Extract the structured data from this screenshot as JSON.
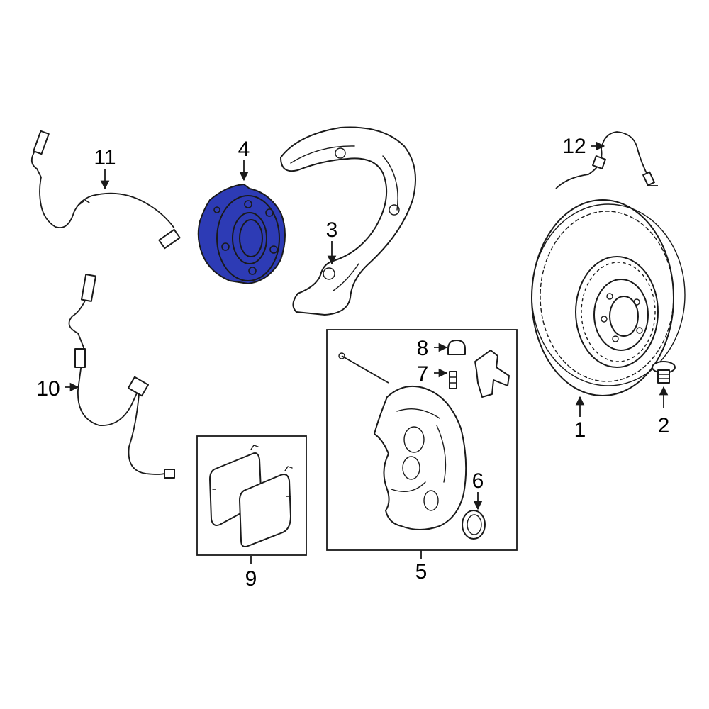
{
  "colors": {
    "highlight": "#2d3bb5",
    "line": "#1a1a1a",
    "background": "#ffffff",
    "box_border": "#1a1a1a"
  },
  "parts": [
    {
      "id": "1",
      "label": "1"
    },
    {
      "id": "2",
      "label": "2"
    },
    {
      "id": "3",
      "label": "3"
    },
    {
      "id": "4",
      "label": "4",
      "highlighted": true
    },
    {
      "id": "5",
      "label": "5"
    },
    {
      "id": "6",
      "label": "6"
    },
    {
      "id": "7",
      "label": "7"
    },
    {
      "id": "8",
      "label": "8"
    },
    {
      "id": "9",
      "label": "9"
    },
    {
      "id": "10",
      "label": "10"
    },
    {
      "id": "11",
      "label": "11"
    },
    {
      "id": "12",
      "label": "12"
    }
  ]
}
